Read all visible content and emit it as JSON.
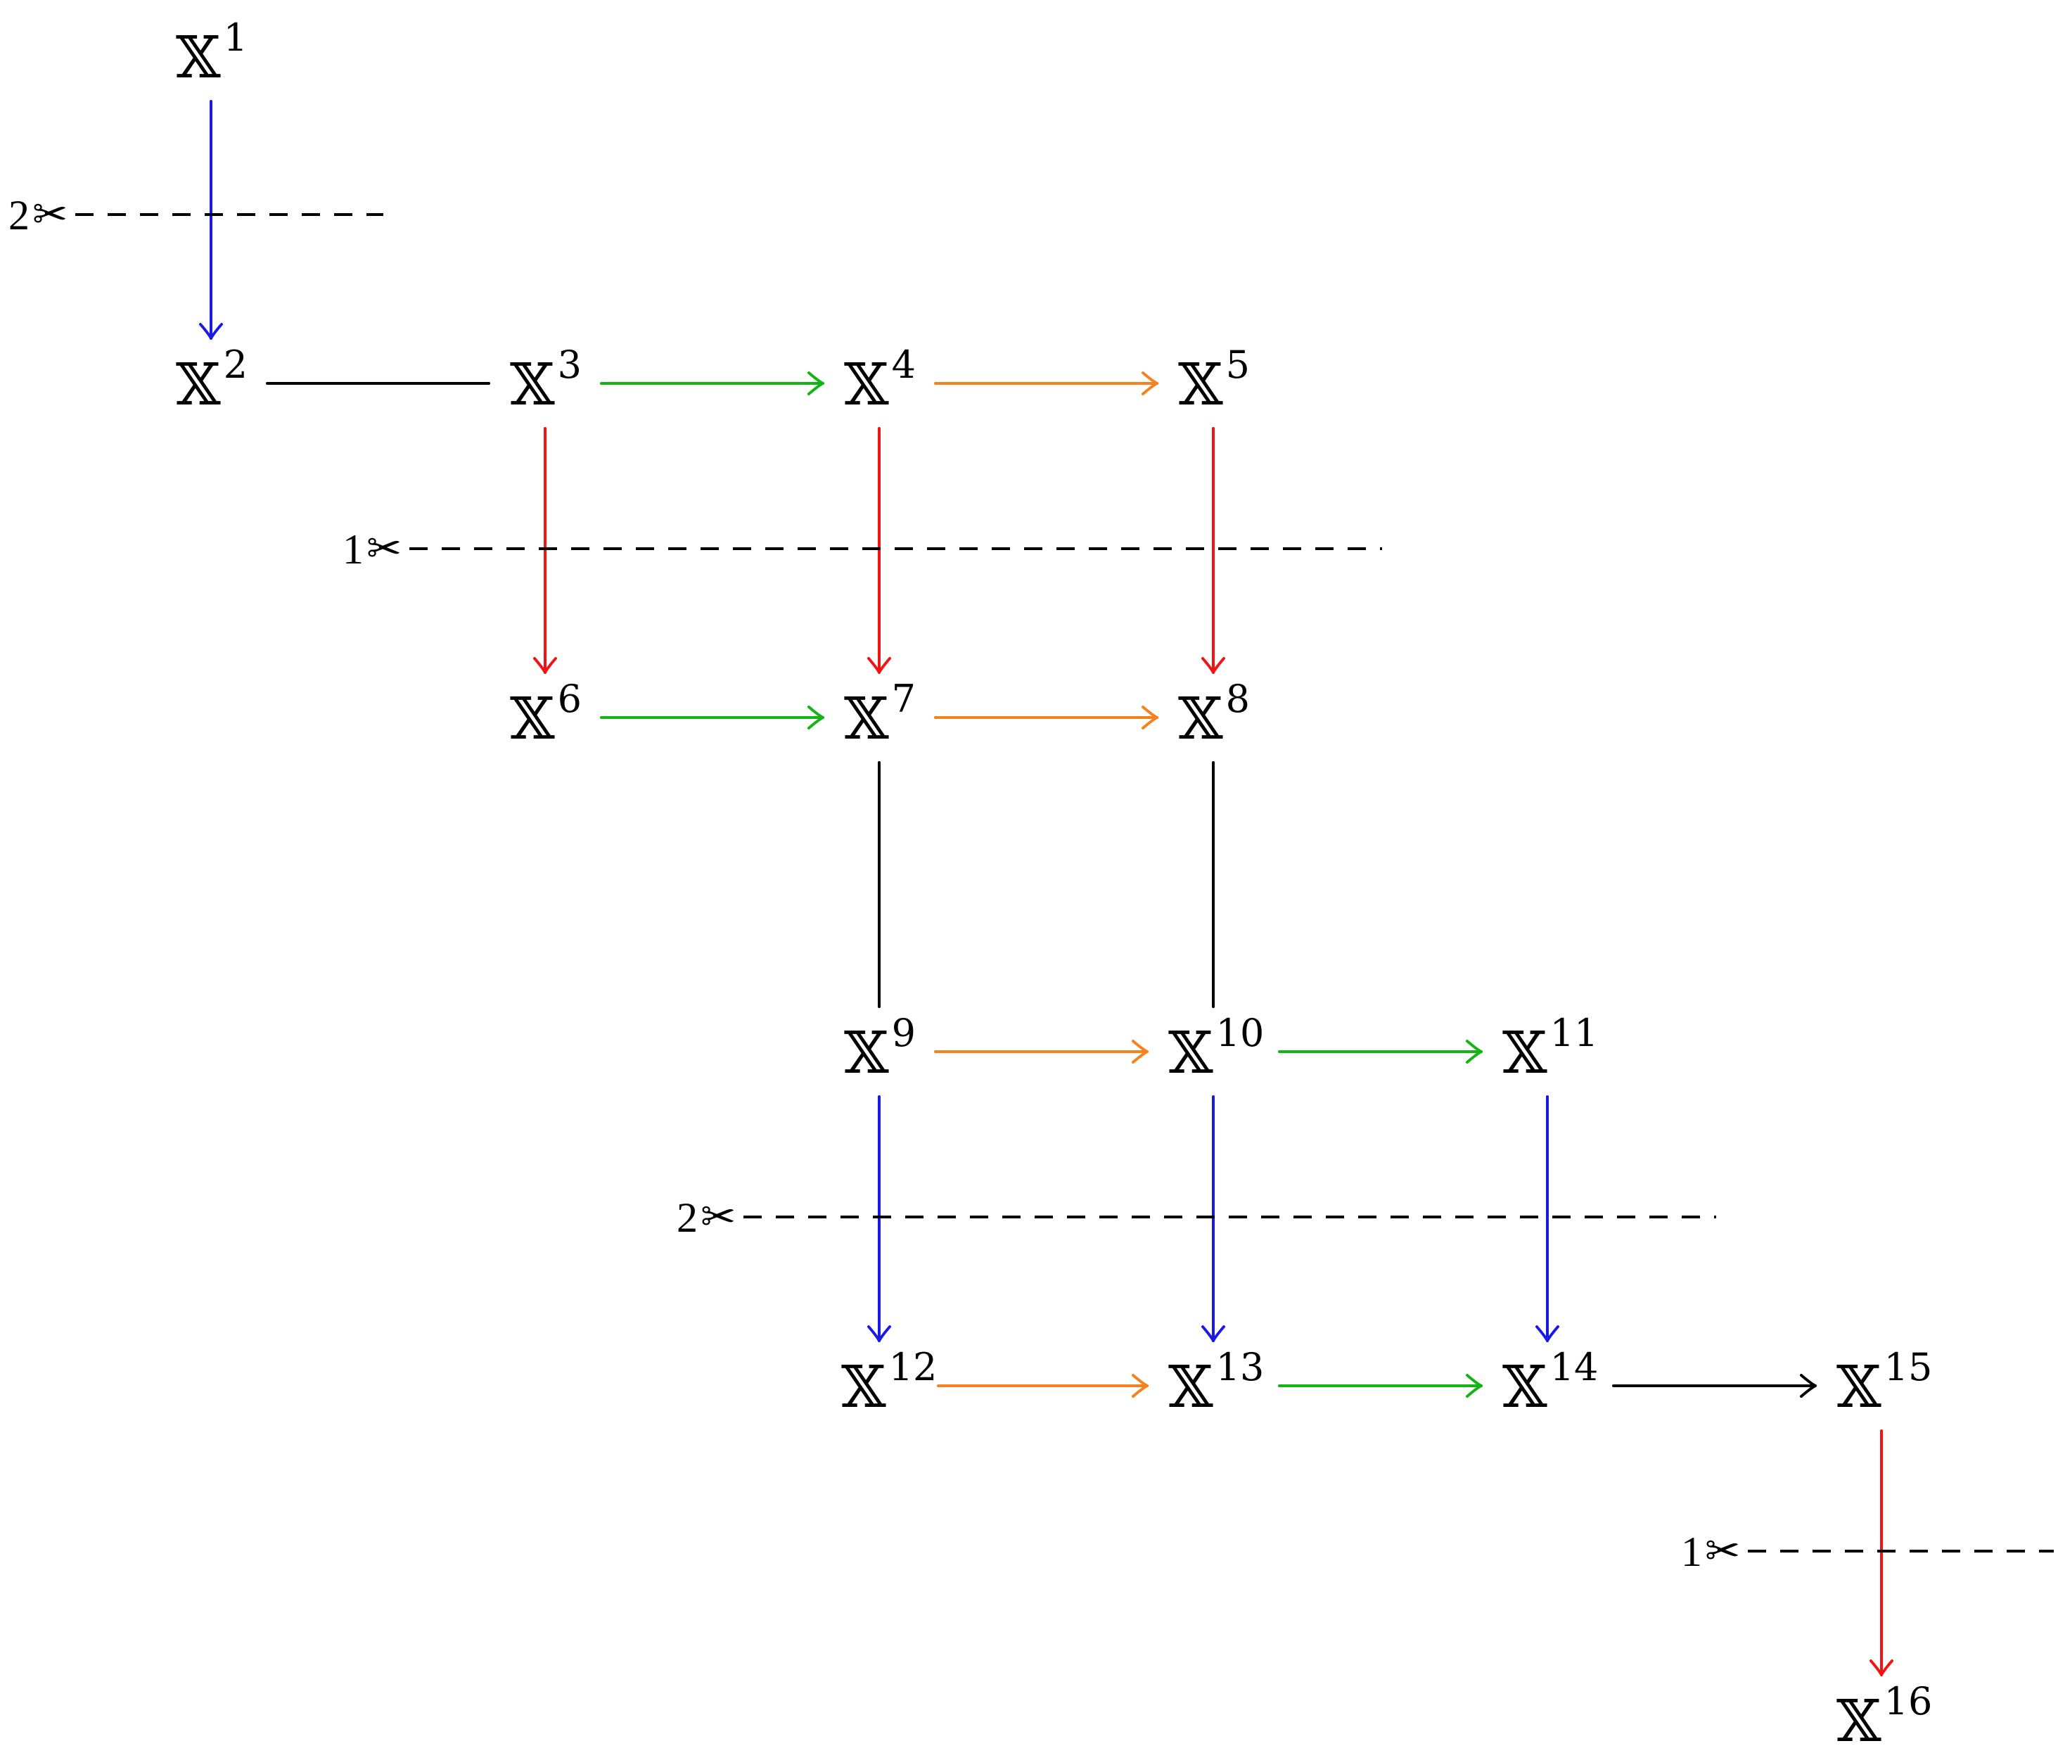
{
  "diagram": {
    "colors": {
      "blue": "#1a1ae6",
      "red": "#f01414",
      "green": "#14b414",
      "orange": "#f5821e",
      "black": "#000000"
    },
    "nodes": [
      {
        "id": "n1",
        "base": "𝕏",
        "sup": "1"
      },
      {
        "id": "n2",
        "base": "𝕏",
        "sup": "2"
      },
      {
        "id": "n3",
        "base": "𝕏",
        "sup": "3"
      },
      {
        "id": "n4",
        "base": "𝕏",
        "sup": "4"
      },
      {
        "id": "n5",
        "base": "𝕏",
        "sup": "5"
      },
      {
        "id": "n6",
        "base": "𝕏",
        "sup": "6"
      },
      {
        "id": "n7",
        "base": "𝕏",
        "sup": "7"
      },
      {
        "id": "n8",
        "base": "𝕏",
        "sup": "8"
      },
      {
        "id": "n9",
        "base": "𝕏",
        "sup": "9"
      },
      {
        "id": "n10",
        "base": "𝕏",
        "sup": "10"
      },
      {
        "id": "n11",
        "base": "𝕏",
        "sup": "11"
      },
      {
        "id": "n12",
        "base": "𝕏",
        "sup": "12"
      },
      {
        "id": "n13",
        "base": "𝕏",
        "sup": "13"
      },
      {
        "id": "n14",
        "base": "𝕏",
        "sup": "14"
      },
      {
        "id": "n15",
        "base": "𝕏",
        "sup": "15"
      },
      {
        "id": "n16",
        "base": "𝕏",
        "sup": "16"
      }
    ],
    "edges": [
      {
        "from": "n1",
        "to": "n2",
        "color": "blue",
        "arrow": true
      },
      {
        "from": "n2",
        "to": "n3",
        "color": "black",
        "arrow": false
      },
      {
        "from": "n3",
        "to": "n4",
        "color": "green",
        "arrow": true
      },
      {
        "from": "n4",
        "to": "n5",
        "color": "orange",
        "arrow": true
      },
      {
        "from": "n3",
        "to": "n6",
        "color": "red",
        "arrow": true
      },
      {
        "from": "n4",
        "to": "n7",
        "color": "red",
        "arrow": true
      },
      {
        "from": "n5",
        "to": "n8",
        "color": "red",
        "arrow": true
      },
      {
        "from": "n6",
        "to": "n7",
        "color": "green",
        "arrow": true
      },
      {
        "from": "n7",
        "to": "n8",
        "color": "orange",
        "arrow": true
      },
      {
        "from": "n7",
        "to": "n9",
        "color": "black",
        "arrow": false
      },
      {
        "from": "n8",
        "to": "n10",
        "color": "black",
        "arrow": false
      },
      {
        "from": "n9",
        "to": "n10",
        "color": "orange",
        "arrow": true
      },
      {
        "from": "n10",
        "to": "n11",
        "color": "green",
        "arrow": true
      },
      {
        "from": "n9",
        "to": "n12",
        "color": "blue",
        "arrow": true
      },
      {
        "from": "n10",
        "to": "n13",
        "color": "blue",
        "arrow": true
      },
      {
        "from": "n11",
        "to": "n14",
        "color": "blue",
        "arrow": true
      },
      {
        "from": "n12",
        "to": "n13",
        "color": "orange",
        "arrow": true
      },
      {
        "from": "n13",
        "to": "n14",
        "color": "green",
        "arrow": true
      },
      {
        "from": "n14",
        "to": "n15",
        "color": "black",
        "arrow": true
      },
      {
        "from": "n15",
        "to": "n16",
        "color": "red",
        "arrow": true
      }
    ],
    "cuts": [
      {
        "id": "cut-a",
        "label": "2",
        "symbol": "✂"
      },
      {
        "id": "cut-b",
        "label": "1",
        "symbol": "✂"
      },
      {
        "id": "cut-c",
        "label": "2",
        "symbol": "✂"
      },
      {
        "id": "cut-d",
        "label": "1",
        "symbol": "✂"
      }
    ]
  }
}
